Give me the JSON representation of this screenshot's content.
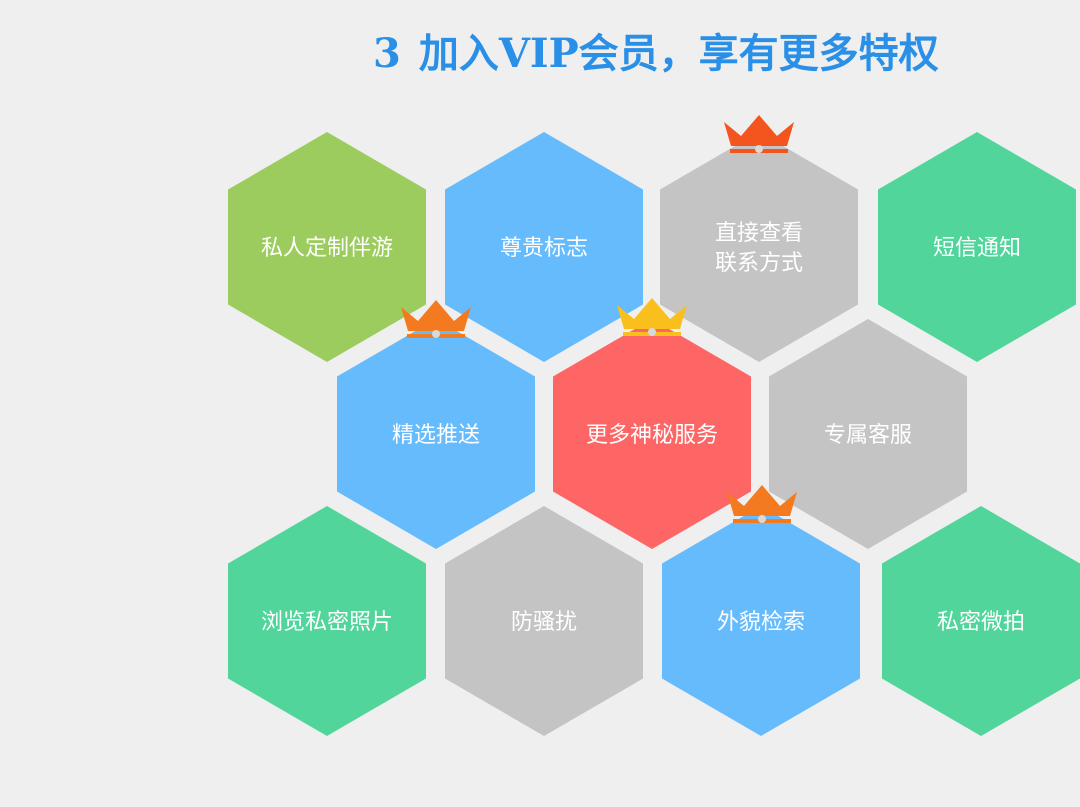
{
  "title": {
    "number": "3",
    "text": "加入VIP会员，享有更多特权"
  },
  "colors": {
    "background": "#efefef",
    "title": "#2a8fe6",
    "green_light": "#9ccc5e",
    "blue": "#66bbfd",
    "gray": "#c4c4c4",
    "teal": "#51d59b",
    "red": "#fe6565",
    "crown_orange": "#f47a1f",
    "crown_red": "#f4541d",
    "crown_yellow": "#f9bf1d"
  },
  "hexes": [
    {
      "id": "private-custom-tour",
      "lines": [
        "私人定制伴游"
      ],
      "color": "#9ccc5e"
    },
    {
      "id": "honor-badge",
      "lines": [
        "尊贵标志"
      ],
      "color": "#66bbfd"
    },
    {
      "id": "view-contact",
      "lines": [
        "直接查看",
        "联系方式"
      ],
      "color": "#c4c4c4",
      "crown": "crown-red-icon"
    },
    {
      "id": "sms-notify",
      "lines": [
        "短信通知"
      ],
      "color": "#51d59b"
    },
    {
      "id": "curated-push",
      "lines": [
        "精选推送"
      ],
      "color": "#66bbfd",
      "crown": "crown-orange-icon"
    },
    {
      "id": "mystery-services",
      "lines": [
        "更多神秘服务"
      ],
      "color": "#fe6565",
      "crown": "crown-yellow-icon"
    },
    {
      "id": "dedicated-support",
      "lines": [
        "专属客服"
      ],
      "color": "#c4c4c4"
    },
    {
      "id": "browse-private-photos",
      "lines": [
        "浏览私密照片"
      ],
      "color": "#51d59b"
    },
    {
      "id": "anti-harassment",
      "lines": [
        "防骚扰"
      ],
      "color": "#c4c4c4"
    },
    {
      "id": "appearance-search",
      "lines": [
        "外貌检索"
      ],
      "color": "#66bbfd",
      "crown": "crown-orange-icon"
    },
    {
      "id": "private-micro-shoot",
      "lines": [
        "私密微拍"
      ],
      "color": "#51d59b"
    }
  ]
}
